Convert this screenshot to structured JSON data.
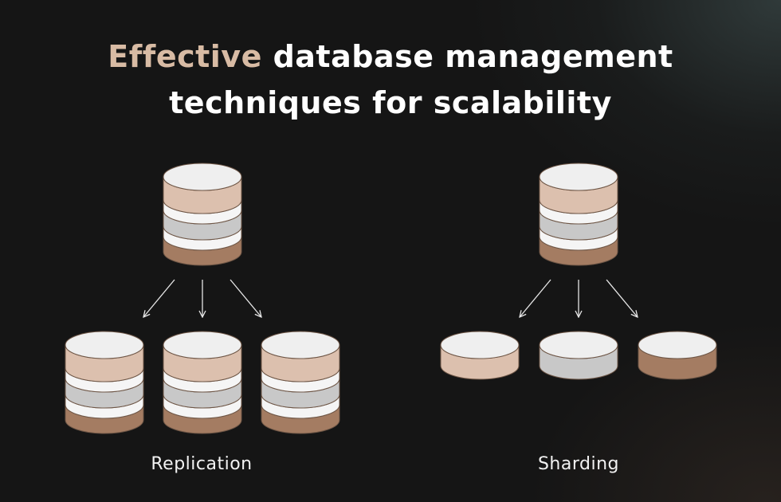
{
  "title": {
    "accent": "Effective",
    "line1_rest": " database management",
    "line2": "techniques for scalability"
  },
  "diagrams": {
    "replication": {
      "label": "Replication"
    },
    "sharding": {
      "label": "Sharding"
    }
  },
  "colors": {
    "top": "#efefef",
    "beige": "#dcc0ae",
    "gray": "#c8c8c8",
    "brown": "#a47c62",
    "separator": "#f5f5f5",
    "arrow": "#e6e6e6"
  }
}
